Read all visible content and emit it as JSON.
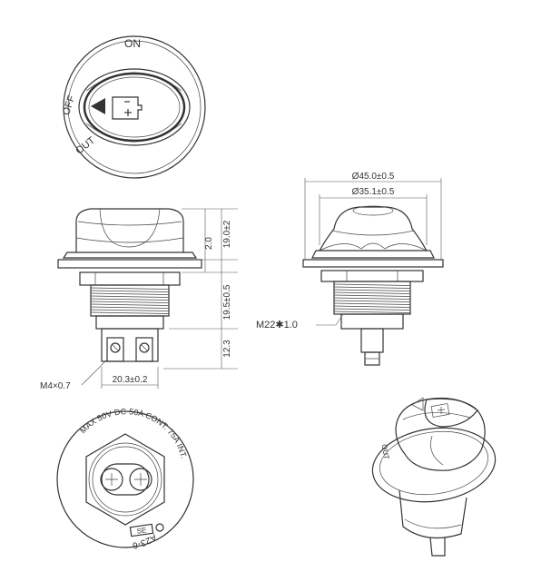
{
  "top_view": {
    "label_on": "ON",
    "label_off": "OFF",
    "label_out": "OUT"
  },
  "dimensions": {
    "outer_diameter": "Ø45.0±0.5",
    "inner_diameter": "Ø35.1±0.5",
    "flange_thickness": "2.0",
    "body_height": "19.0±2",
    "thread_length": "19.5±0.5",
    "terminal_length": "12.3",
    "terminal_width": "20.3±0.2",
    "screw_thread": "M4×0.7",
    "mount_thread": "M22✱1.0"
  },
  "bottom_view": {
    "rating_text": "MAX 50V DC  50A CONT.  75A INT.",
    "model_text": "A23-6",
    "brand_text": "SE"
  },
  "iso_view": {
    "label_out": "OUT"
  },
  "colors": {
    "line": "#333333",
    "background": "#ffffff"
  }
}
